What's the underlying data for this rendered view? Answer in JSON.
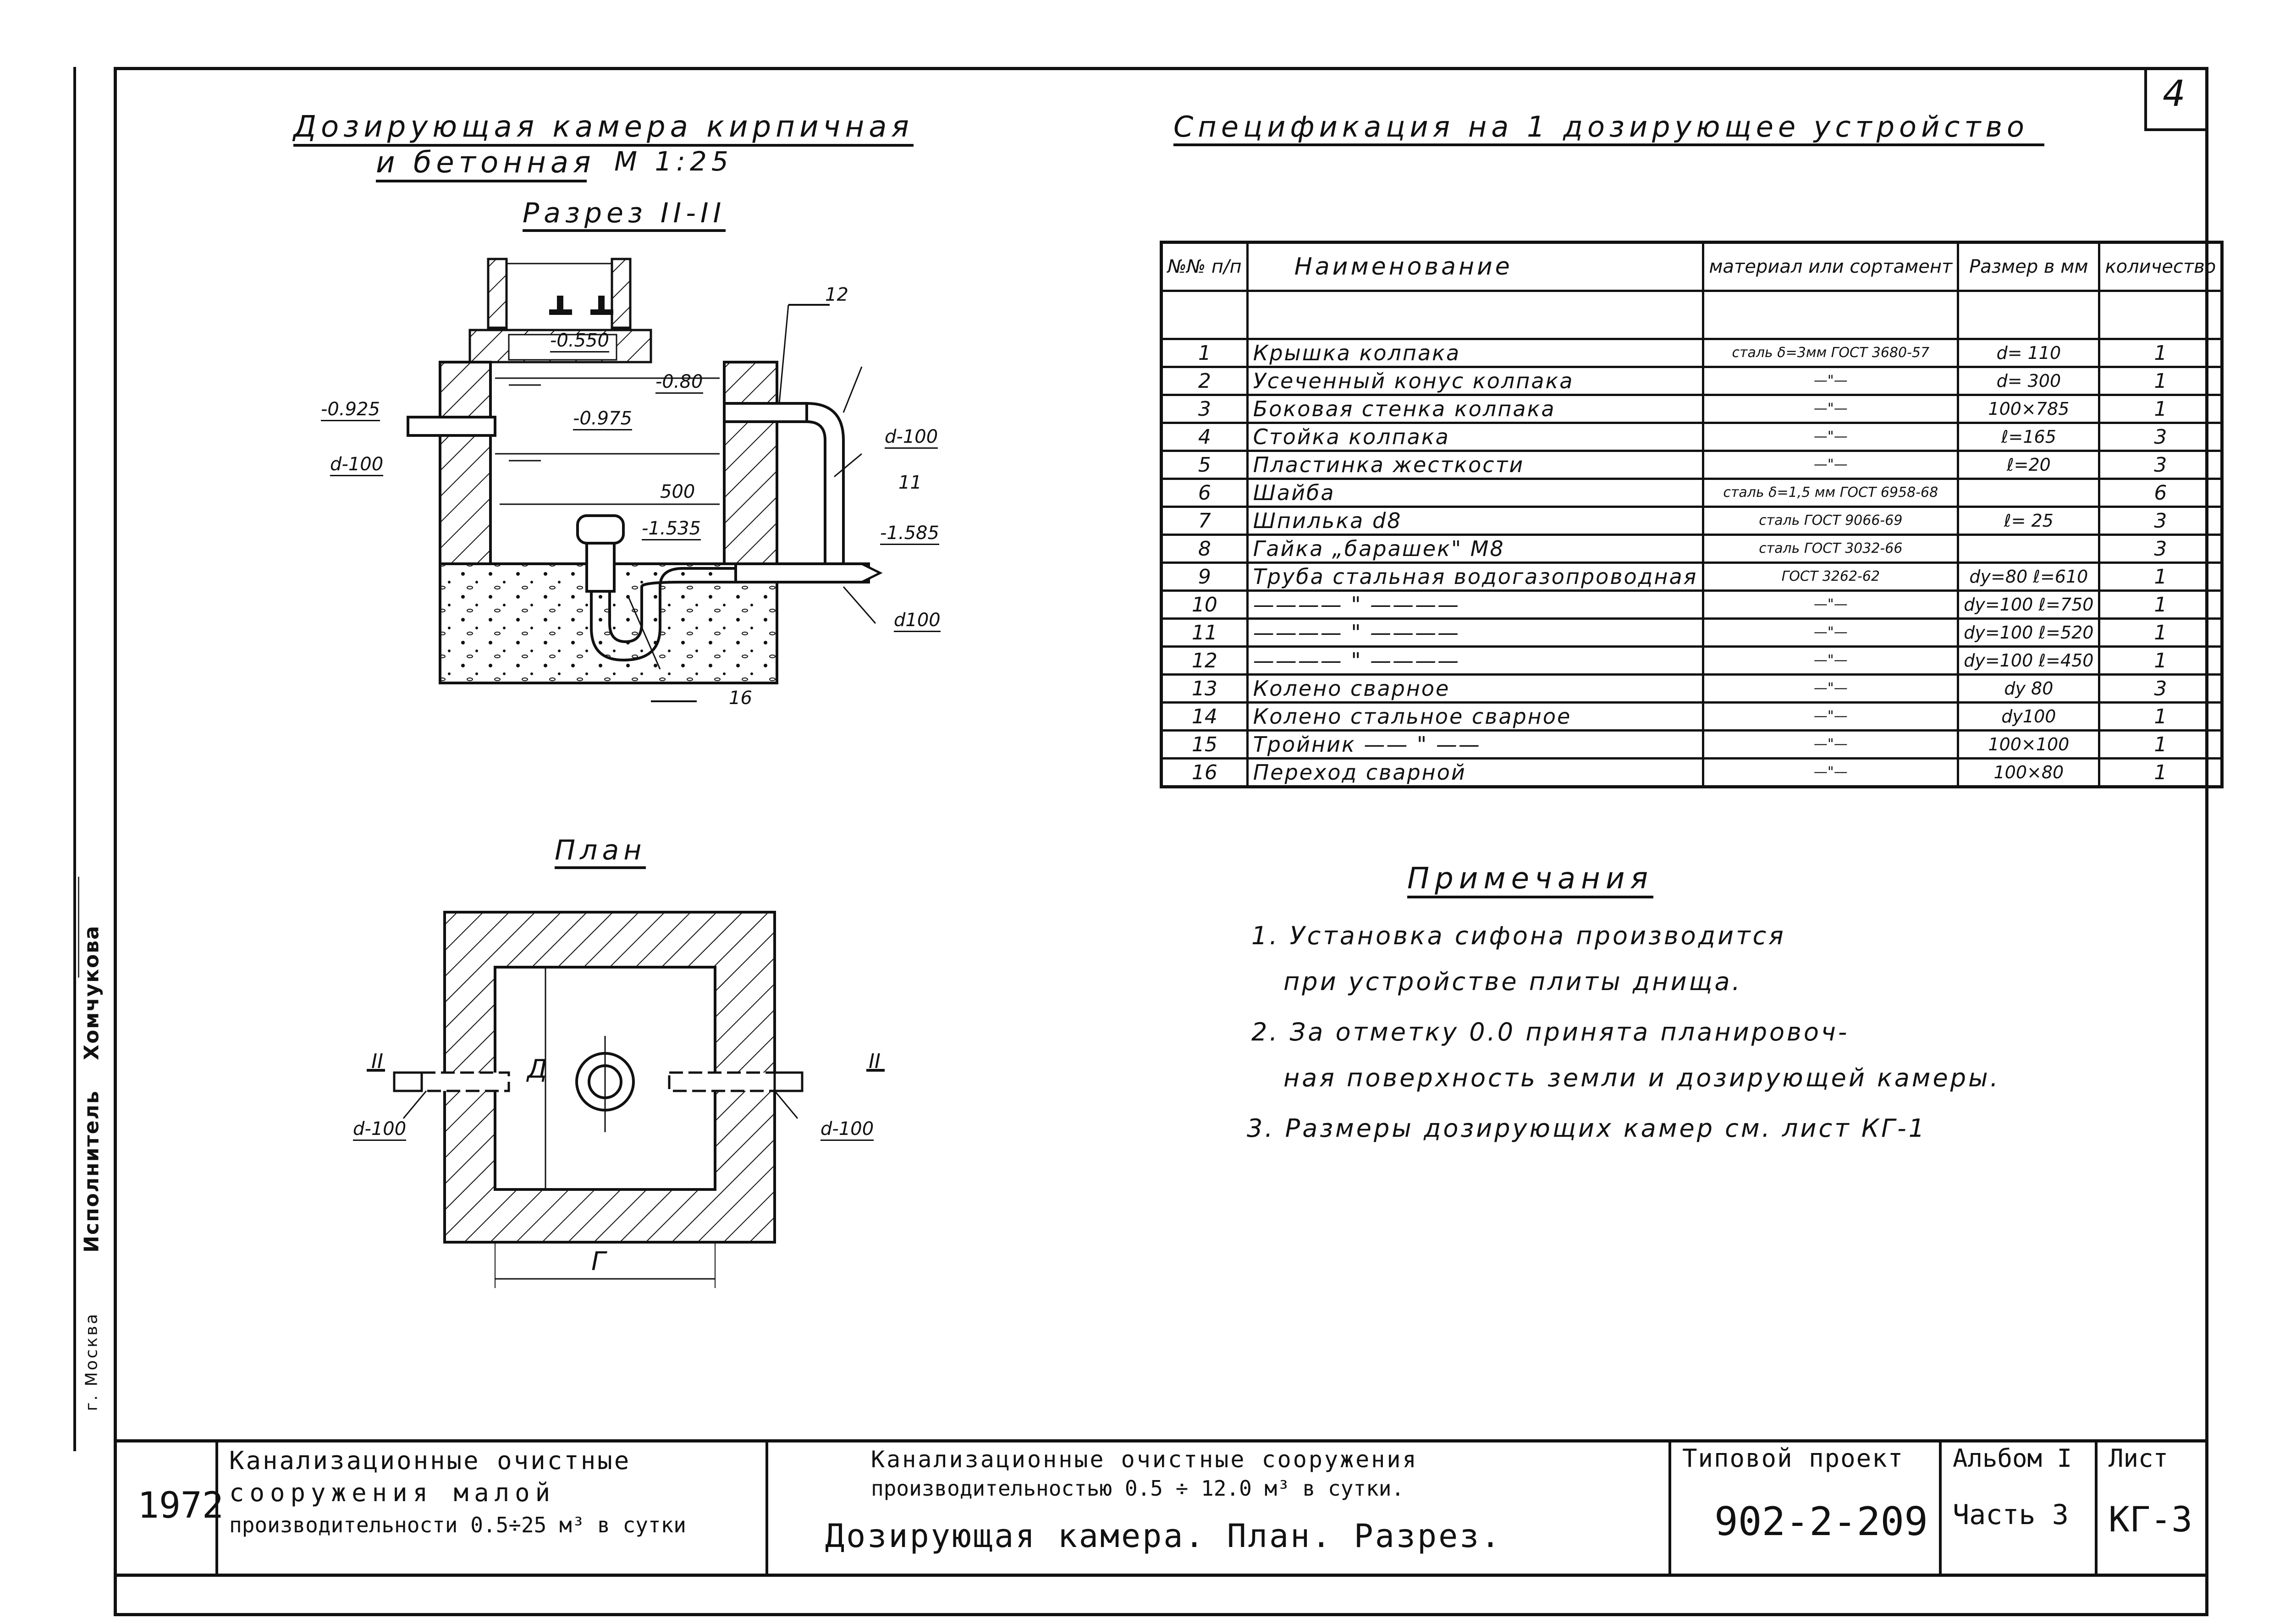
{
  "page_number": "4",
  "left_title": {
    "line1": "Дозирующая камера кирпичная",
    "line2": "и бетонная",
    "scale": "М 1:25"
  },
  "section_title": "Разрез II-II",
  "plan_title": "План",
  "section_labels": {
    "l_0550": "-0.550",
    "l_0925": "-0.925",
    "l_0975": "-0.975",
    "l_080": "-0.80",
    "l_1535": "-1.535",
    "l_1585": "-1.585",
    "d100_left": "d-100",
    "d100_right_top": "d-100",
    "d100_right_bottom": "d100",
    "dim_500": "500",
    "callout_12": "12",
    "callout_11": "11",
    "callout_16": "16"
  },
  "plan_labels": {
    "section_mark_left": "II",
    "section_mark_right": "II",
    "dim_d": "Д",
    "dim_g": "Г",
    "d100_left": "d-100",
    "d100_right": "d-100"
  },
  "spec_title": "Спецификация на 1 дозирующее устройство",
  "spec_table": {
    "headers": {
      "num": "№№ п/п",
      "name": "Наименование",
      "material": "материал или сортамент",
      "size": "Размер в мм",
      "qty": "количество"
    },
    "rows": [
      {
        "num": "1",
        "name": "Крышка колпака",
        "material": "сталь δ=3мм ГОСТ 3680-57",
        "size": "d= 110",
        "qty": "1"
      },
      {
        "num": "2",
        "name": "Усеченный конус колпака",
        "material": "—\"—",
        "size": "d= 300",
        "qty": "1"
      },
      {
        "num": "3",
        "name": "Боковая стенка колпака",
        "material": "—\"—",
        "size": "100×785",
        "qty": "1"
      },
      {
        "num": "4",
        "name": "Стойка колпака",
        "material": "—\"—",
        "size": "ℓ=165",
        "qty": "3"
      },
      {
        "num": "5",
        "name": "Пластинка жесткости",
        "material": "—\"—",
        "size": "ℓ=20",
        "qty": "3"
      },
      {
        "num": "6",
        "name": "Шайба",
        "material": "сталь δ=1,5 мм ГОСТ 6958-68",
        "size": "",
        "qty": "6"
      },
      {
        "num": "7",
        "name": "Шпилька d8",
        "material": "сталь ГОСТ 9066-69",
        "size": "ℓ= 25",
        "qty": "3"
      },
      {
        "num": "8",
        "name": "Гайка „барашек\" М8",
        "material": "сталь ГОСТ 3032-66",
        "size": "",
        "qty": "3"
      },
      {
        "num": "9",
        "name": "Труба стальная водогазопроводная",
        "material": "ГОСТ 3262-62",
        "size": "dу=80 ℓ=610",
        "qty": "1"
      },
      {
        "num": "10",
        "name": "———— \" ————",
        "material": "—\"—",
        "size": "dу=100 ℓ=750",
        "qty": "1"
      },
      {
        "num": "11",
        "name": "———— \" ————",
        "material": "—\"—",
        "size": "dу=100 ℓ=520",
        "qty": "1"
      },
      {
        "num": "12",
        "name": "———— \" ————",
        "material": "—\"—",
        "size": "dу=100 ℓ=450",
        "qty": "1"
      },
      {
        "num": "13",
        "name": "Колено сварное",
        "material": "—\"—",
        "size": "dу 80",
        "qty": "3"
      },
      {
        "num": "14",
        "name": "Колено стальное сварное",
        "material": "—\"—",
        "size": "dу100",
        "qty": "1"
      },
      {
        "num": "15",
        "name": "Тройник —— \" ——",
        "material": "—\"—",
        "size": "100×100",
        "qty": "1"
      },
      {
        "num": "16",
        "name": "Переход сварной",
        "material": "—\"—",
        "size": "100×80",
        "qty": "1"
      }
    ]
  },
  "notes": {
    "title": "Примечания",
    "lines": [
      "1. Установка сифона производится",
      "при устройстве плиты днища.",
      "2. За отметку 0.0 принята планировоч-",
      "ная поверхность земли и дозирующей камеры.",
      "3. Размеры дозирующих камер см. лист КГ-1"
    ]
  },
  "left_margin": {
    "executor_label": "Исполнитель",
    "executor_name": "Хомчукова",
    "city": "г. Москва"
  },
  "stamp": {
    "year": "1972",
    "block1": [
      "Канализационные очистные",
      "сооружения малой",
      "производительности 0.5÷25 м³ в сутки"
    ],
    "block2": [
      "Канализационные очистные сооружения",
      "производительностью 0.5 ÷ 12.0 м³ в сутки."
    ],
    "sheet_title": "Дозирующая камера. План. Разрез.",
    "project_label": "Типовой проект",
    "project_number": "902-2-209",
    "album_label": "Альбом I",
    "part_label": "Часть 3",
    "sheet_label": "Лист",
    "sheet_code": "КГ-3"
  }
}
